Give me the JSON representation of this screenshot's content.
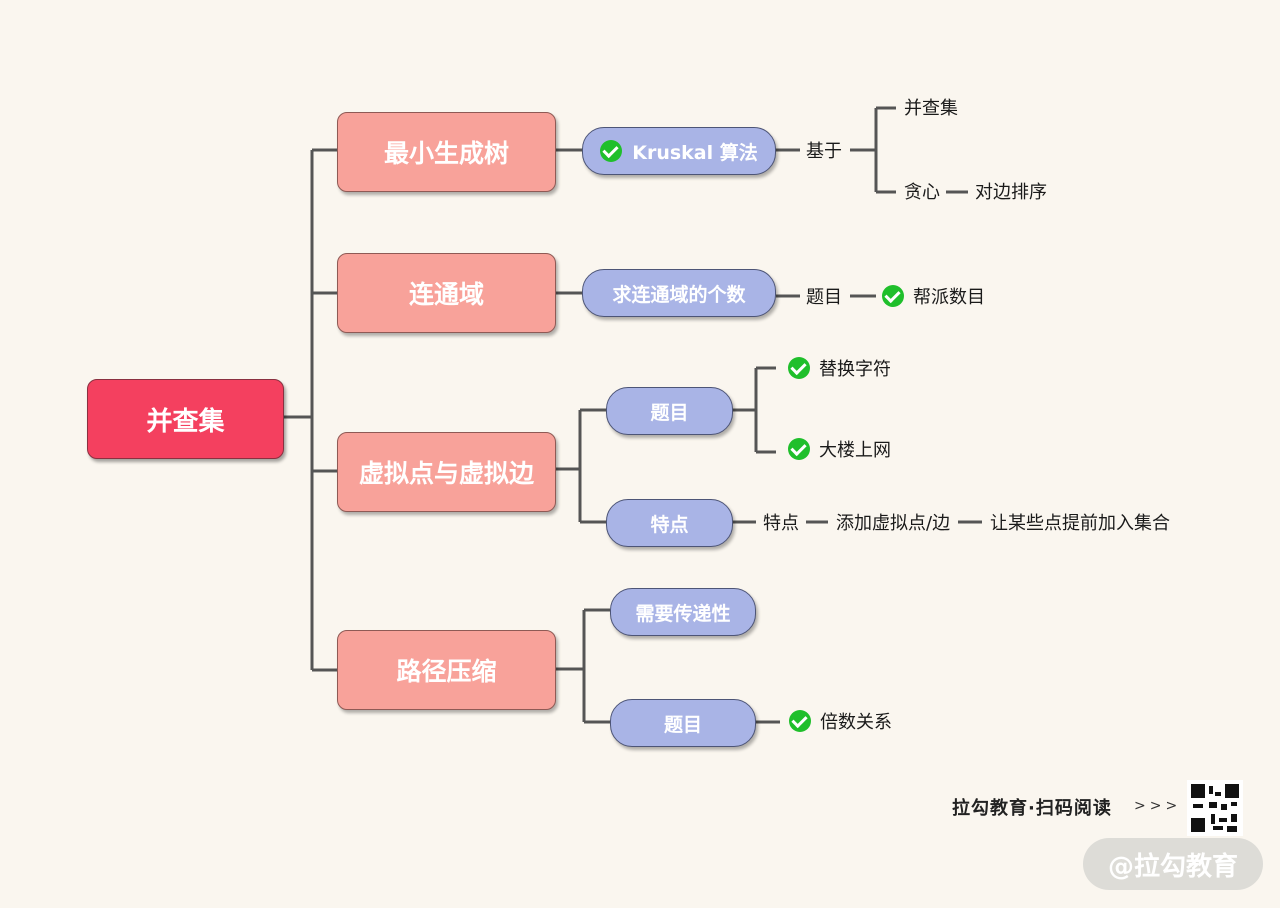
{
  "root": {
    "label": "并查集"
  },
  "branches": [
    {
      "label": "最小生成树",
      "child": {
        "label": "Kruskal 算法",
        "checked": true
      },
      "based_on": "基于",
      "union_find": "并查集",
      "greedy": "贪心",
      "sort_edges": "对边排序"
    },
    {
      "label": "连通域",
      "child": {
        "label": "求连通域的个数"
      },
      "problem": "题目",
      "problem_item": {
        "label": "帮派数目",
        "checked": true
      }
    },
    {
      "label": "虚拟点与虚拟边",
      "problems_node": "题目",
      "problems": [
        {
          "label": "替换字符",
          "checked": true
        },
        {
          "label": "大楼上网",
          "checked": true
        }
      ],
      "feature_node": "特点",
      "feature_chain": [
        "特点",
        "添加虚拟点/边",
        "让某些点提前加入集合"
      ]
    },
    {
      "label": "路径压缩",
      "transitive_node": "需要传递性",
      "problems_node": "题目",
      "problem_item": {
        "label": "倍数关系",
        "checked": true
      }
    }
  ],
  "footer": {
    "text": "拉勾教育·扫码阅读",
    "arrows": ">>>",
    "watermark": "@拉勾教育"
  },
  "colors": {
    "background": "#faf6ef",
    "root": "#f4405f",
    "level1": "#f8a29a",
    "level2": "#a9b4e6",
    "check": "#1fbf2b",
    "connector": "#555555"
  }
}
